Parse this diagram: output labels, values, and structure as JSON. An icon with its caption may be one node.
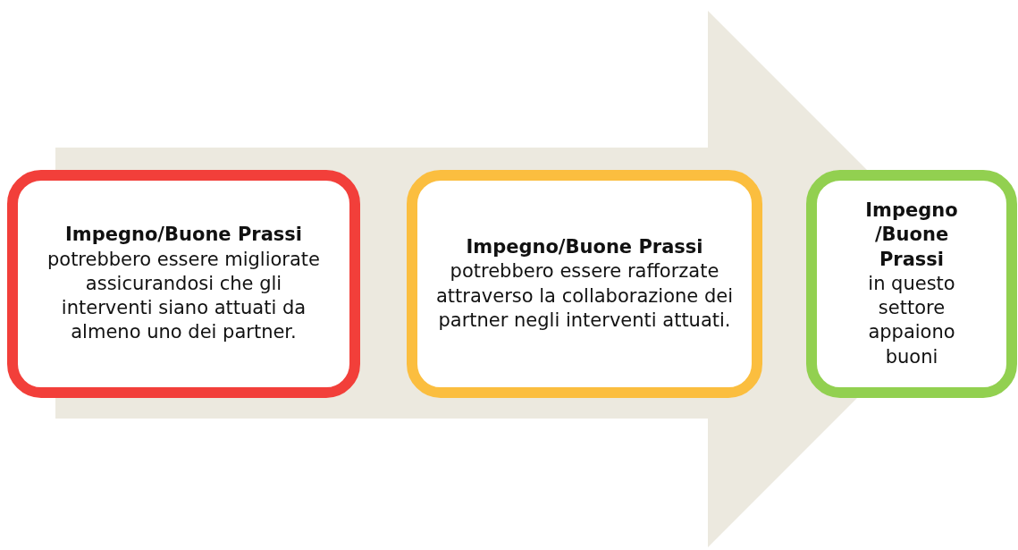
{
  "diagram": {
    "nodes": [
      {
        "text": [
          "Impegno/Buone Prassi",
          "potrebbero essere migliorate assicurandosi che gli interventi siano attuati da almeno uno dei partner."
        ]
      },
      {
        "text": [
          "Impegno/Buone Prassi",
          "potrebbero essere rafforzate attraverso la collaborazione dei partner negli interventi attuati."
        ]
      },
      {
        "text": [
          "Impegno /Buone Prassi",
          "in questo settore appaiono buoni"
        ]
      }
    ],
    "edges": [
      {
        "from": 0,
        "to": 2,
        "arrow": "to"
      }
    ]
  }
}
